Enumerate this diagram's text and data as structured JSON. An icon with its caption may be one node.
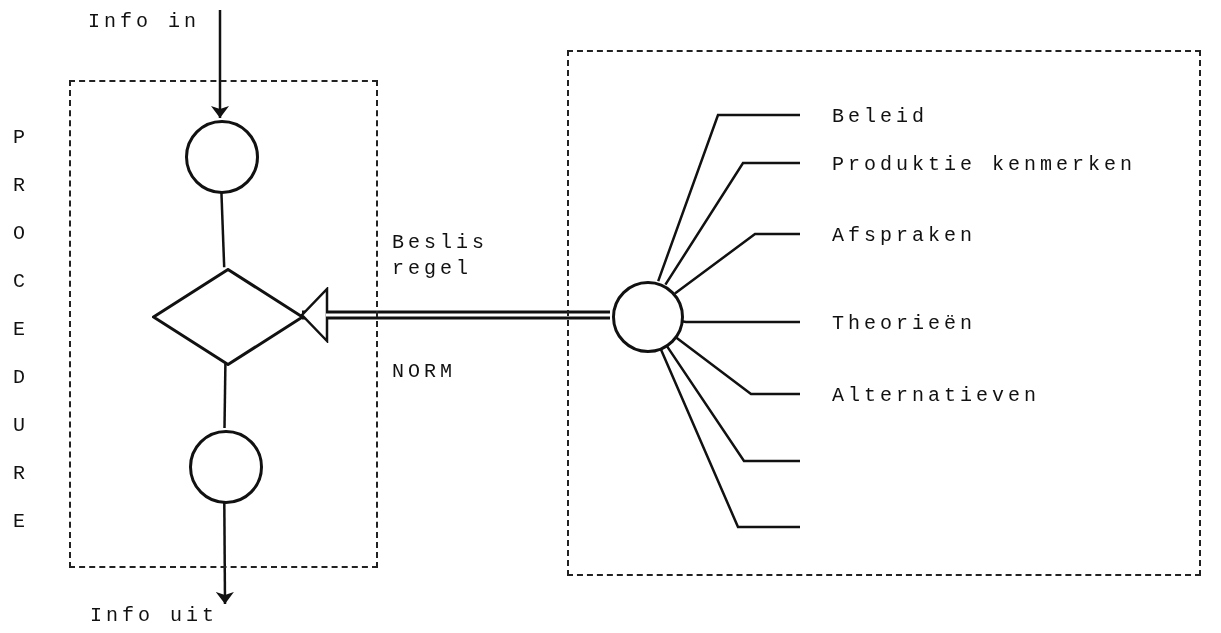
{
  "diagram": {
    "nodes": [
      {
        "text": [
          "Info in"
        ]
      },
      {
        "text": [
          "PROCEDURE"
        ]
      },
      {
        "text": [],
        "shape": "circle",
        "in": 1
      },
      {
        "text": [],
        "shape": "diamond",
        "in": 1
      },
      {
        "text": [],
        "shape": "circle",
        "in": 1
      },
      {
        "text": [],
        "shape": "box"
      },
      {
        "text": [],
        "shape": "circle",
        "in": 5
      },
      {
        "text": [
          "Beleid"
        ],
        "in": 5
      },
      {
        "text": [
          "Produktie kenmerken"
        ],
        "in": 5
      },
      {
        "text": [
          "Afspraken"
        ],
        "in": 5
      },
      {
        "text": [
          "Theorieën"
        ],
        "in": 5
      },
      {
        "text": [
          "Alternatieven"
        ],
        "in": 5
      },
      {
        "text": [
          "Info uit"
        ]
      }
    ],
    "edges": [
      {
        "from": 0,
        "to": 2,
        "arrow": "to"
      },
      {
        "from": 2,
        "to": 3,
        "arrow": "none"
      },
      {
        "from": 3,
        "to": 4,
        "arrow": "none"
      },
      {
        "from": 4,
        "to": 12,
        "arrow": "to"
      },
      {
        "from": 6,
        "to": 3,
        "arrow": "to",
        "style": "thick",
        "label": "Beslis regel"
      },
      {
        "from": 6,
        "to": 7,
        "arrow": "none"
      },
      {
        "from": 6,
        "to": 8,
        "arrow": "none"
      },
      {
        "from": 6,
        "to": 9,
        "arrow": "none"
      },
      {
        "from": 6,
        "to": 10,
        "arrow": "none"
      },
      {
        "from": 6,
        "to": 11,
        "arrow": "none"
      },
      {
        "from": 6,
        "to": null,
        "arrow": "none"
      },
      {
        "from": 6,
        "to": null,
        "arrow": "none"
      }
    ],
    "labels": [
      "NORM"
    ]
  }
}
